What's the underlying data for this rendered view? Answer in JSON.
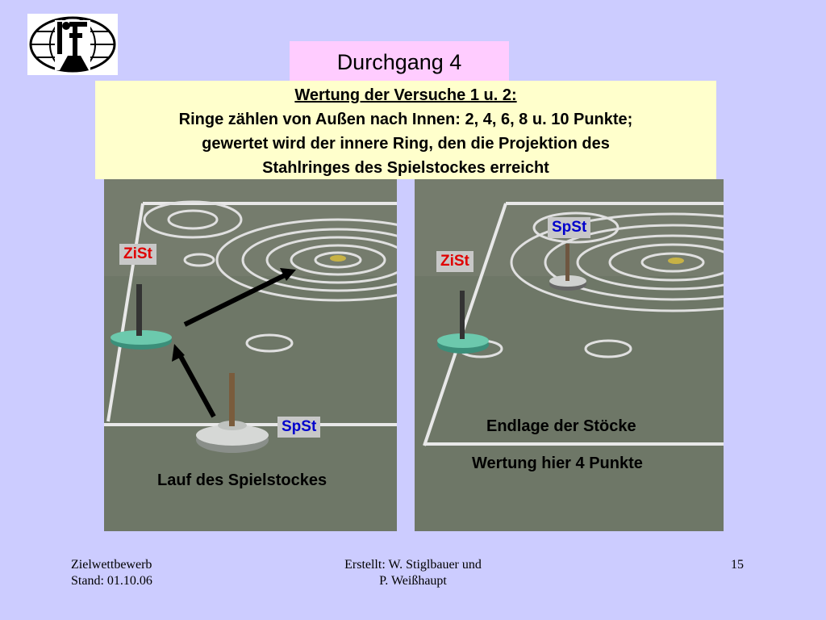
{
  "slide": {
    "title": "Durchgang 4",
    "info": {
      "heading": "Wertung der Versuche 1 u. 2:",
      "line1": "Ringe zählen von Außen nach Innen: 2, 4, 6, 8 u. 10 Punkte;",
      "line2": "gewertet wird der innere Ring, den die Projektion des",
      "line3": "Stahlringes des Spielstockes erreicht"
    },
    "left_photo": {
      "zist_label": "ZiSt",
      "spst_label": "SpSt",
      "caption": "Lauf des Spielstockes"
    },
    "right_photo": {
      "spst_label": "SpSt",
      "zist_label": "ZiSt",
      "caption1": "Endlage der Stöcke",
      "caption2": "Wertung hier 4 Punkte"
    },
    "footer": {
      "left_line1": "Zielwettbewerb",
      "left_line2": "Stand: 01.10.06",
      "center_line1": "Erstellt: W. Stiglbauer  und",
      "center_line2": "P. Weißhaupt",
      "page_number": "15"
    }
  },
  "colors": {
    "background": "#ccccff",
    "title_box": "#ffccff",
    "info_box": "#ffffcc",
    "label_red": "#e00000",
    "label_blue": "#0000cc"
  }
}
